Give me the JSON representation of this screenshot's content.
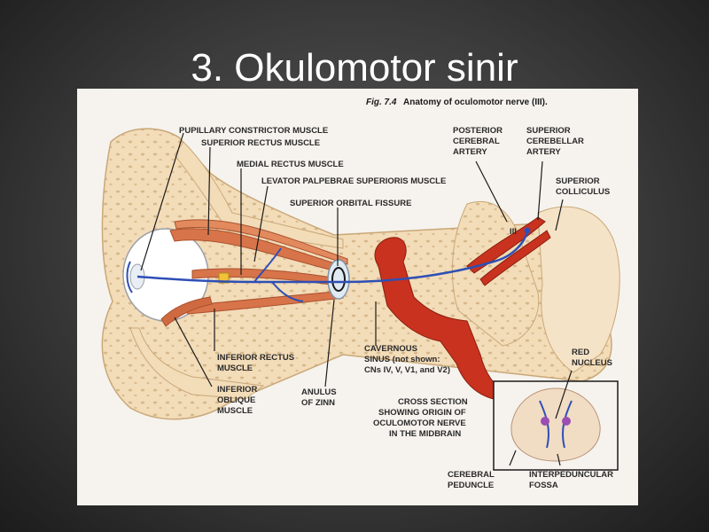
{
  "slide": {
    "title": "3. Okulomotor sinir"
  },
  "figure": {
    "caption_num": "Fig. 7.4",
    "caption_text": "Anatomy of oculomotor nerve (III).",
    "labels": {
      "pupillary": "PUPILLARY CONSTRICTOR MUSCLE",
      "superior_rectus": "SUPERIOR RECTUS MUSCLE",
      "medial_rectus": "MEDIAL RECTUS MUSCLE",
      "levator": "LEVATOR PALPEBRAE SUPERIORIS MUSCLE",
      "sup_orbital_fissure": "SUPERIOR ORBITAL FISSURE",
      "posterior_cerebral_1": "POSTERIOR",
      "posterior_cerebral_2": "CEREBRAL",
      "posterior_cerebral_3": "ARTERY",
      "superior_cerebellar_1": "SUPERIOR",
      "superior_cerebellar_2": "CEREBELLAR",
      "superior_cerebellar_3": "ARTERY",
      "superior_colliculus_1": "SUPERIOR",
      "superior_colliculus_2": "COLLICULUS",
      "nerve_iii": "III",
      "inferior_rectus_1": "INFERIOR RECTUS",
      "inferior_rectus_2": "MUSCLE",
      "inferior_oblique_1": "INFERIOR",
      "inferior_oblique_2": "OBLIQUE",
      "inferior_oblique_3": "MUSCLE",
      "anulus_1": "ANULUS",
      "anulus_2": "OF ZINN",
      "cavernous_1": "CAVERNOUS",
      "cavernous_2": "SINUS (not shown:",
      "cavernous_3": "CNs IV, V, V1, and V2)",
      "red_nucleus_1": "RED",
      "red_nucleus_2": "NUCLEUS",
      "cross_section_1": "CROSS SECTION",
      "cross_section_2": "SHOWING ORIGIN OF",
      "cross_section_3": "OCULOMOTOR NERVE",
      "cross_section_4": "IN THE MIDBRAIN",
      "cerebral_peduncle_1": "CEREBRAL",
      "cerebral_peduncle_2": "PEDUNCLE",
      "interpeduncular_1": "INTERPEDUNCULAR",
      "interpeduncular_2": "FOSSA"
    },
    "colors": {
      "bone": "#f3dcb8",
      "bone_edge": "#c9a878",
      "muscle": "#d8744a",
      "artery": "#c8321e",
      "nerve": "#2e4fb5",
      "fat": "#f2c23a"
    }
  }
}
